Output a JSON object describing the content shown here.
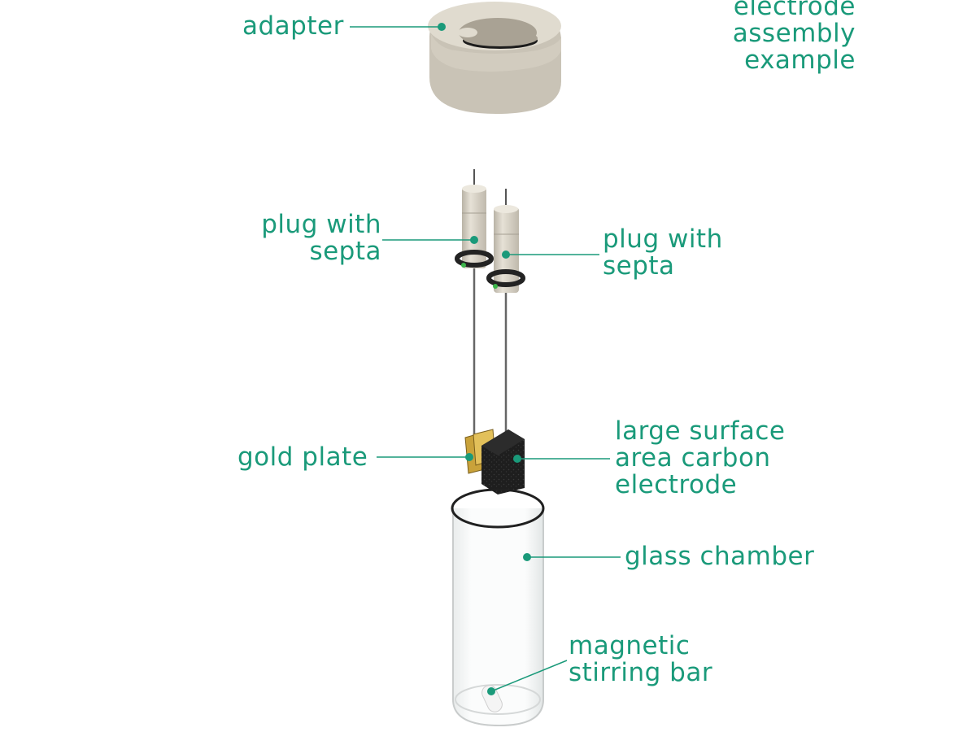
{
  "title": [
    "electrode",
    "assembly",
    "example"
  ],
  "labels": {
    "adapter": [
      "adapter"
    ],
    "plug_left": [
      "plug with",
      "septa"
    ],
    "plug_right": [
      "plug with",
      "septa"
    ],
    "gold_plate": [
      "gold plate"
    ],
    "carbon_electrode": [
      "large surface",
      "area carbon",
      "electrode"
    ],
    "glass_chamber": [
      "glass chamber"
    ],
    "stirring_bar": [
      "magnetic",
      "stirring bar"
    ]
  },
  "colors": {
    "label": "#1a9a7a",
    "leader_line": "#1a9a7a",
    "ptfe_part": "#d8d3c7",
    "oring": "#2a2a2a",
    "carbon": "#1c1c1c",
    "gold": "#c9a23a",
    "glass_edge": "#202020"
  }
}
